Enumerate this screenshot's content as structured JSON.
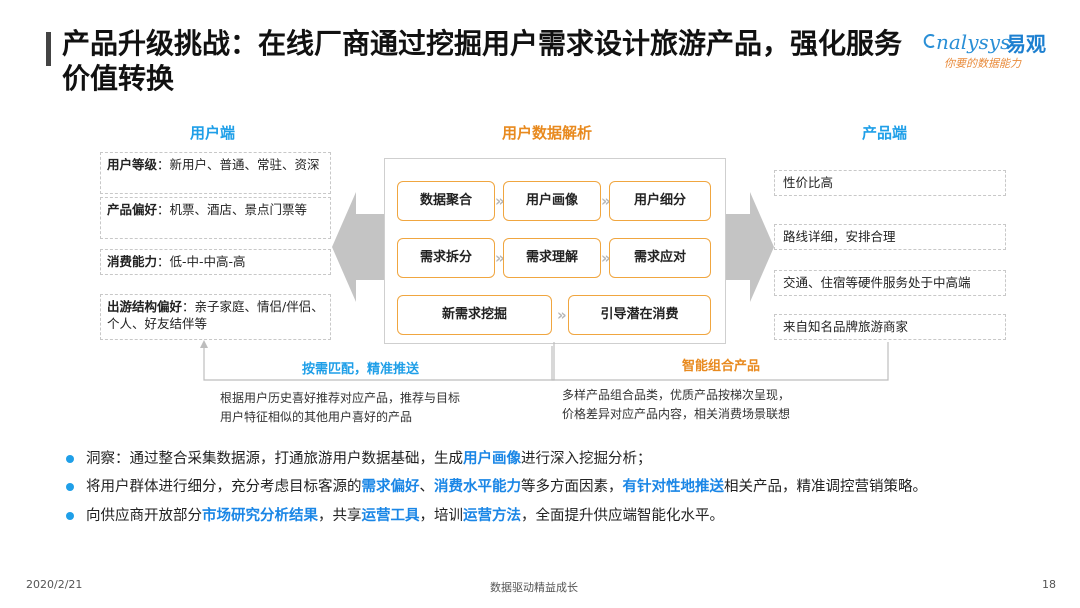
{
  "title": "产品升级挑战：在线厂商通过挖掘用户需求设计旅游产品，强化服务价值转换",
  "logo": {
    "en": "nalysys",
    "cn": "易观",
    "tagline": "你要的数据能力"
  },
  "columns": {
    "user": "用户端",
    "data": "用户数据解析",
    "product": "产品端"
  },
  "user_items": [
    {
      "label": "用户等级",
      "text": "：新用户、普通、常驻、资深"
    },
    {
      "label": "产品偏好",
      "text": "：机票、酒店、景点门票等"
    },
    {
      "label": "消费能力",
      "text": "：低-中-中高-高"
    },
    {
      "label": "出游结构偏好",
      "text": "：亲子家庭、情侣/伴侣、个人、好友结伴等"
    }
  ],
  "analysis": {
    "row1": [
      "数据聚合",
      "用户画像",
      "用户细分"
    ],
    "row2": [
      "需求拆分",
      "需求理解",
      "需求应对"
    ],
    "row3": [
      "新需求挖掘",
      "引导潜在消费"
    ]
  },
  "product_items": [
    "性价比高",
    "路线详细，安排合理",
    "交通、住宿等硬件服务处于中高端",
    "来自知名品牌旅游商家"
  ],
  "flow": {
    "left_label": "按需匹配，精准推送",
    "left_note": [
      "根据用户历史喜好推荐对应产品，推荐与目标",
      "用户特征相似的其他用户喜好的产品"
    ],
    "right_label": "智能组合产品",
    "right_note": [
      "多样产品组合品类，优质产品按梯次呈现，",
      "价格差异对应产品内容，相关消费场景联想"
    ]
  },
  "bullets": {
    "b1": {
      "a": "洞察：通过整合采集数据源，打通旅游用户数据基础，生成",
      "h1": "用户画像",
      "b": "进行深入挖掘分析；"
    },
    "b2": {
      "a": "将用户群体进行细分，充分考虑目标客源的",
      "h1": "需求偏好",
      "s1": "、",
      "h2": "消费水平能力",
      "b": "等多方面因素，",
      "h3": "有针对性地推送",
      "c": "相关产品，精准调控营销策略。"
    },
    "b3": {
      "a": "向供应商开放部分",
      "h1": "市场研究分析结果",
      "b": "，共享",
      "h2": "运营工具",
      "c": "，培训",
      "h3": "运营方法",
      "d": "，全面提升供应端智能化水平。"
    }
  },
  "footer": {
    "date": "2020/2/21",
    "center": "数据驱动精益成长",
    "page": "18"
  },
  "colors": {
    "accent_blue": "#1f9fe8",
    "accent_orange": "#e88a1f",
    "highlight": "#1a86e6"
  }
}
